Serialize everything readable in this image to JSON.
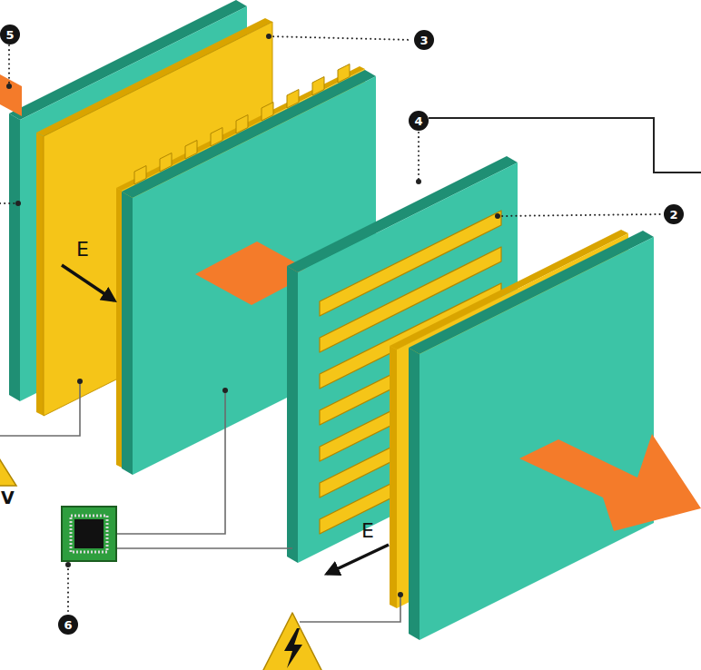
{
  "diagram": {
    "nodes": [
      {
        "text": [
          "5"
        ]
      },
      {
        "text": [
          "3"
        ]
      },
      {
        "text": [
          "4"
        ]
      },
      {
        "text": [
          "2"
        ]
      },
      {
        "text": [
          "6"
        ]
      }
    ],
    "labels": [
      "E",
      "E",
      "V"
    ]
  }
}
